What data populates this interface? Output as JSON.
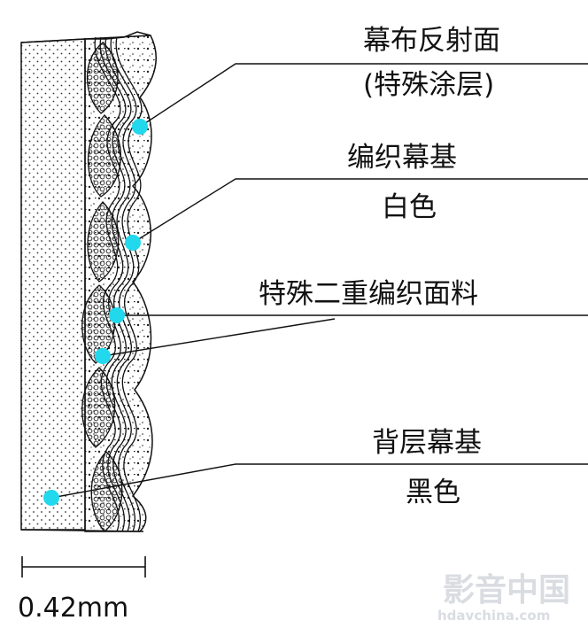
{
  "labels": {
    "reflective_surface": "幕布反射面",
    "special_coating": "(特殊涂层)",
    "woven_base": "编织幕基",
    "woven_base_color": "白色",
    "double_weave_fabric": "特殊二重编织面料",
    "back_base": "背层幕基",
    "back_base_color": "黑色"
  },
  "scale": {
    "text": "0.42mm"
  },
  "watermark": {
    "main": "影音中国",
    "url": "hdavchina.com"
  },
  "colors": {
    "marker": "#22D8EC",
    "line": "#111111",
    "background": "#FFFFFF",
    "watermark": "#D2D6DC"
  }
}
